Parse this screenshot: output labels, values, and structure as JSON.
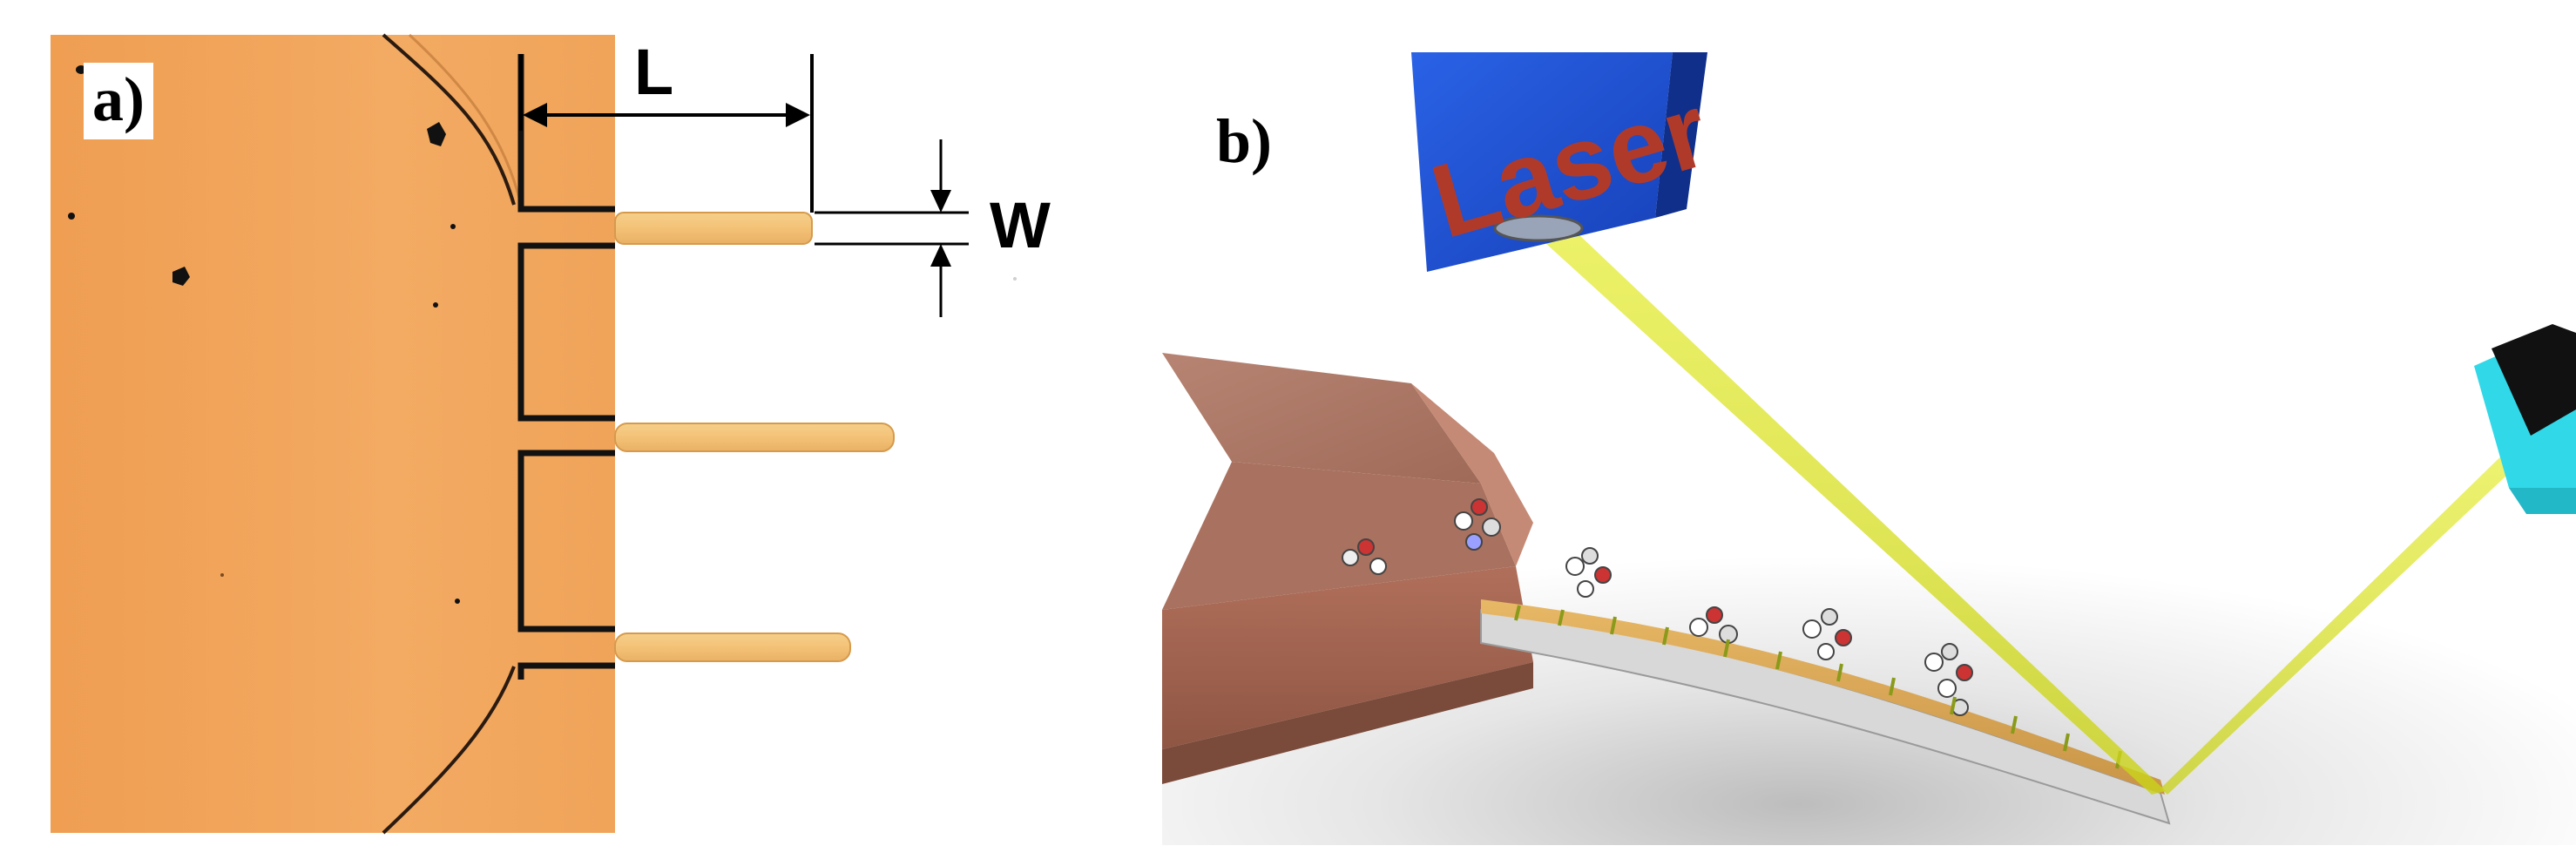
{
  "figure": {
    "panel_a": {
      "label": "a)",
      "length_label": "L",
      "width_label": "W"
    },
    "panel_b": {
      "label": "b)",
      "laser_text": "Laser"
    }
  },
  "colors": {
    "chip_orange": "#f0a45a",
    "cantilever_gold": "#f2c070",
    "laser_box_blue": "#1a4fd0",
    "laser_text_red": "#b03a2a",
    "laser_beam_yellow": "#d8e020",
    "detector_cyan": "#30d8e8",
    "holder_copper": "#b07060"
  }
}
